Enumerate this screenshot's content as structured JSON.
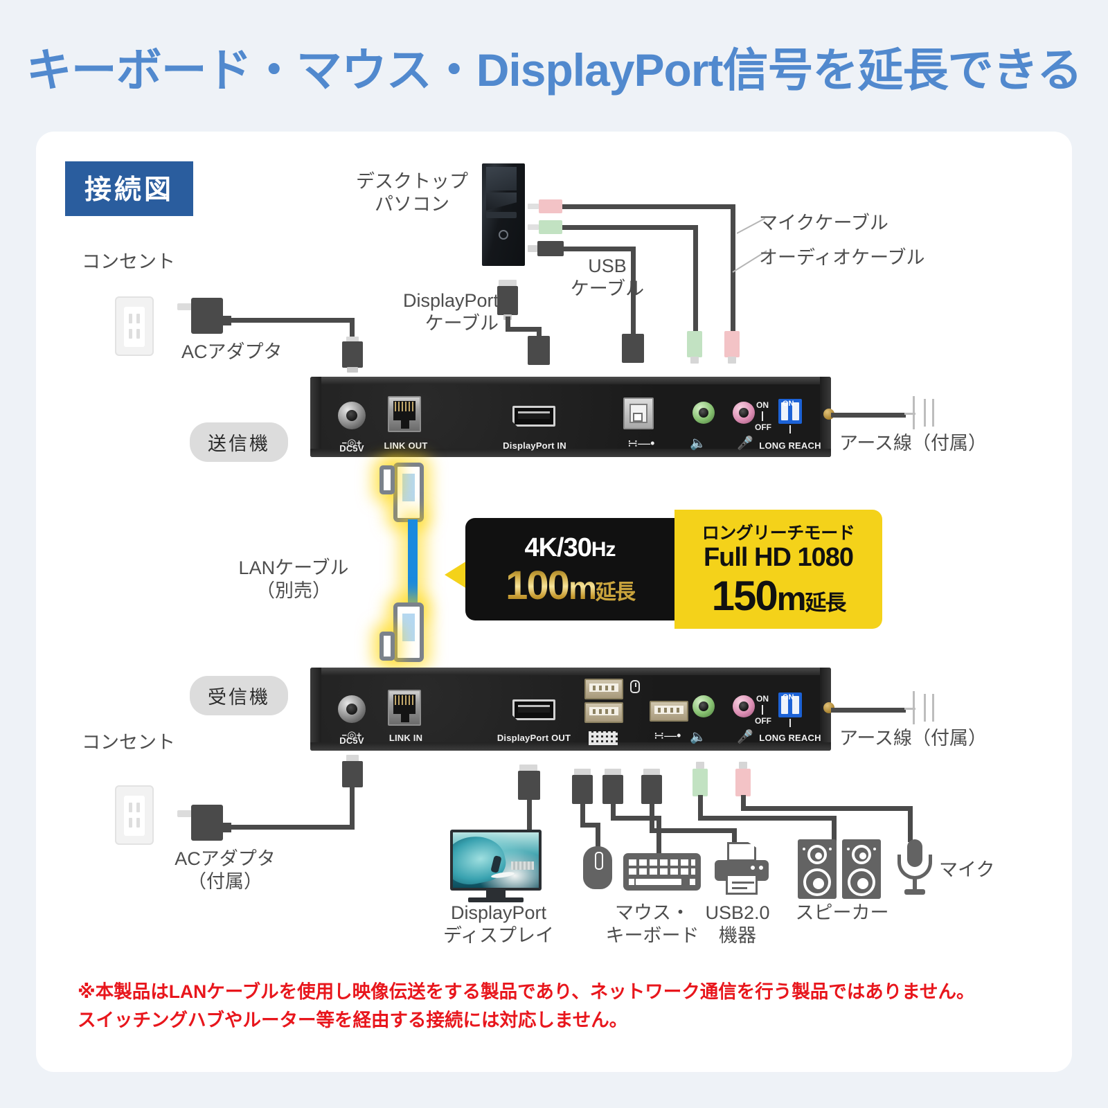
{
  "title": "キーボード・マウス・DisplayPort信号を延長できる",
  "badge": {
    "label": "接続図"
  },
  "labels": {
    "outlet_top": "コンセント",
    "ac_adapter_top": "ACアダプタ",
    "outlet_bottom": "コンセント",
    "ac_adapter_bottom": "ACアダプタ\n（付属）",
    "desktop_pc": "デスクトップ\nパソコン",
    "displayport_cable": "DisplayPort\nケーブル",
    "usb_cable": "USB\nケーブル",
    "mic_cable": "マイクケーブル",
    "audio_cable": "オーディオケーブル",
    "transmitter": "送信機",
    "receiver": "受信機",
    "ground_wire_top": "アース線（付属）",
    "ground_wire_bottom": "アース線（付属）",
    "lan_cable": "LANケーブル\n（別売）",
    "displayport_display": "DisplayPort\nディスプレイ",
    "mouse_keyboard": "マウス・\nキーボード",
    "usb_device": "USB2.0\n機器",
    "speaker": "スピーカー",
    "microphone": "マイク"
  },
  "callout": {
    "resolution": "4K/30",
    "resolution_unit": "Hz",
    "distance_value": "100",
    "distance_unit": "m",
    "distance_suffix": "延長",
    "mode_label": "ロングリーチモード",
    "mode_resolution": "Full HD 1080",
    "mode_distance_value": "150",
    "mode_distance_unit": "m",
    "mode_distance_suffix": "延長"
  },
  "transmitter_ports": {
    "dc": "DC5V",
    "link": "LINK OUT",
    "displayport": "DisplayPort IN",
    "dip_on": "ON",
    "dip_off": "OFF",
    "dip_switch_on": "ON",
    "long_reach": "LONG REACH"
  },
  "receiver_ports": {
    "dc": "DC5V",
    "link": "LINK IN",
    "displayport": "DisplayPort OUT",
    "dip_on": "ON",
    "dip_off": "OFF",
    "dip_switch_on": "ON",
    "long_reach": "LONG REACH"
  },
  "disclaimer": "※本製品はLANケーブルを使用し映像伝送をする製品であり、ネットワーク通信を行う製品ではありません。\n  スイッチングハブやルーター等を経由する接続には対応しません。",
  "colors": {
    "title": "#5189ce",
    "badge_bg": "#2a5d9e",
    "callout_yellow": "#f4d21a",
    "callout_black": "#111111",
    "disclaimer_red": "#e8161c",
    "lan_blue": "#1a8ade",
    "page_bg": "#eef2f7"
  }
}
